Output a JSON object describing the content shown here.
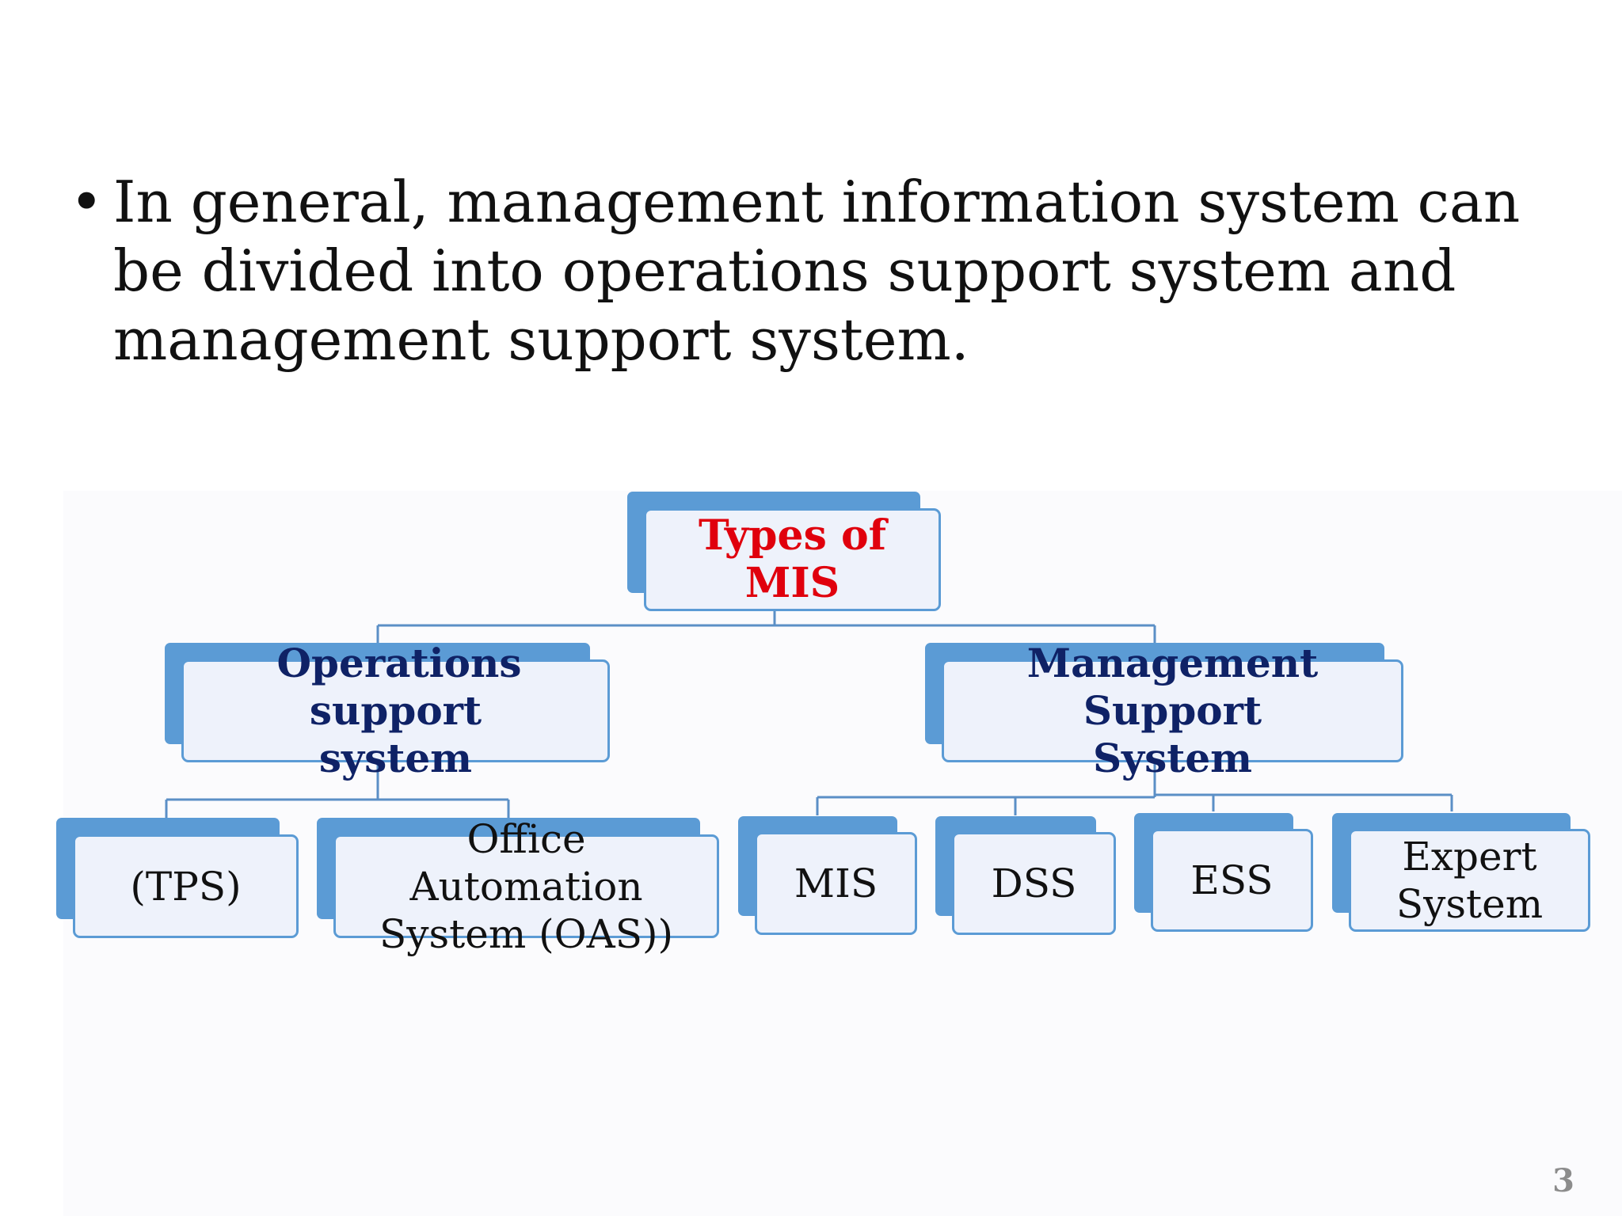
{
  "bullet": {
    "symbol": "•",
    "text": "In general, management information system can be divided into operations support system and management support system."
  },
  "diagram": {
    "root": {
      "label": "Types of MIS",
      "color": "#e0000d"
    },
    "branches": [
      {
        "label": "Operations support system",
        "color": "#0f2266",
        "children": [
          "(TPS)",
          "Office Automation System (OAS))"
        ]
      },
      {
        "label": "Management Support System",
        "color": "#0f2266",
        "children": [
          "MIS",
          "DSS",
          "ESS",
          "Expert System"
        ]
      }
    ],
    "colors": {
      "box_accent": "#5b9bd5",
      "box_fill": "#eef2fb"
    }
  },
  "page_number": "3"
}
